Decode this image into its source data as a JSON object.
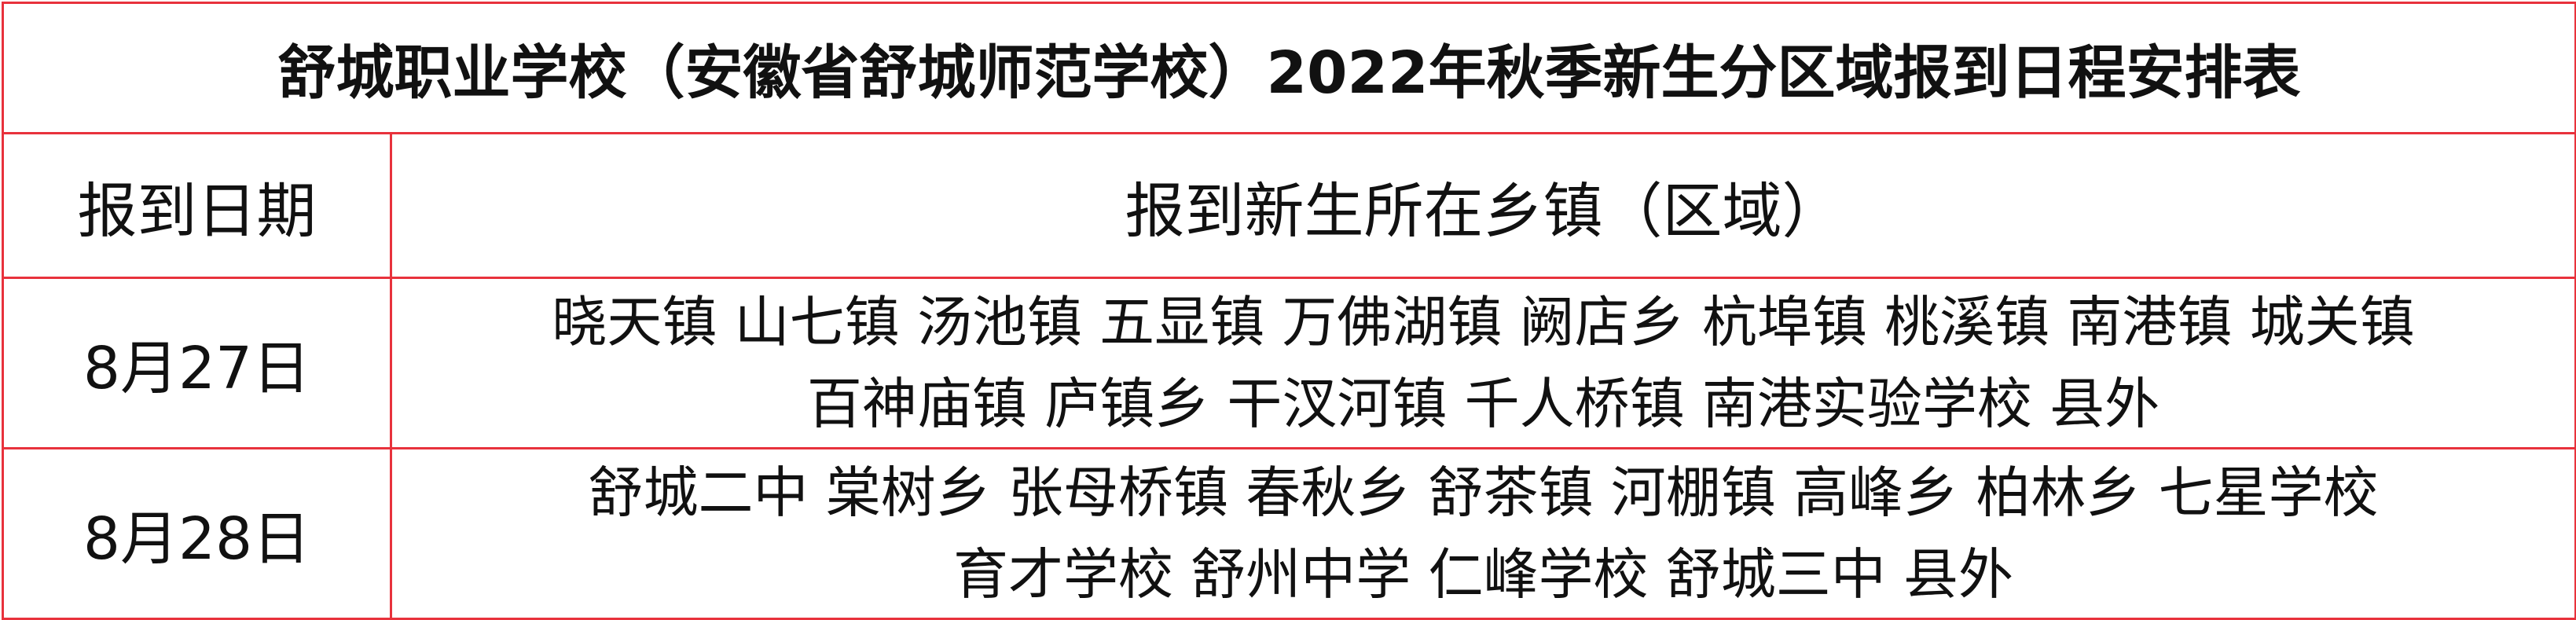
{
  "title": "舒城职业学校（安徽省舒城师范学校）2022年秋季新生分区域报到日程安排表",
  "headers": {
    "date": "报到日期",
    "area": "报到新生所在乡镇（区域）"
  },
  "rows": [
    {
      "date": "8月27日",
      "lines": [
        "晓天镇 山七镇 汤池镇 五显镇 万佛湖镇 阙店乡 杭埠镇 桃溪镇 南港镇 城关镇",
        "百神庙镇 庐镇乡 干汊河镇  千人桥镇 南港实验学校  县外"
      ]
    },
    {
      "date": "8月28日",
      "lines": [
        "舒城二中 棠树乡 张母桥镇 春秋乡 舒茶镇 河棚镇 高峰乡 柏林乡 七星学校",
        "育才学校 舒州中学 仁峰学校 舒城三中  县外"
      ]
    }
  ],
  "colors": {
    "border": "#e8323c",
    "text": "#111111",
    "background": "#ffffff"
  }
}
